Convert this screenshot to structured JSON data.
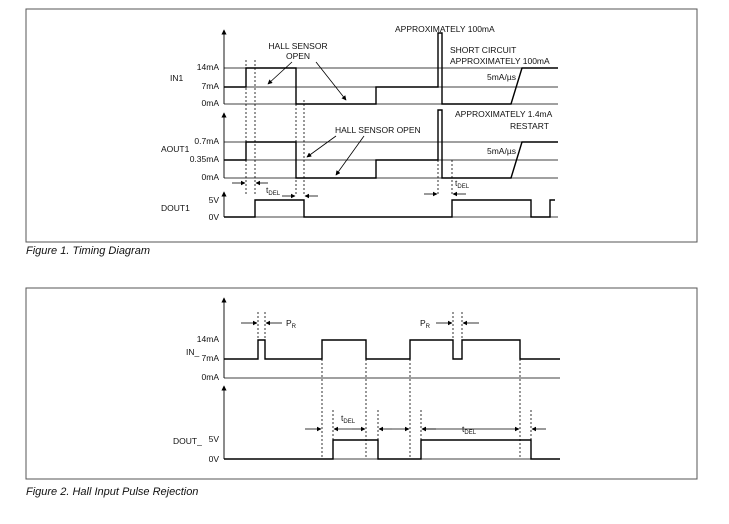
{
  "figure1": {
    "caption": "Figure 1. Timing Diagram",
    "signals": {
      "in1": "IN1",
      "aout1": "AOUT1",
      "dout1": "DOUT1"
    },
    "levels": {
      "in_14ma": "14mA",
      "in_7ma": "7mA",
      "in_0ma": "0mA",
      "aout_07ma": "0.7mA",
      "aout_035ma": "0.35mA",
      "aout_0ma": "0mA",
      "dout_5v": "5V",
      "dout_0v": "0V"
    },
    "annotations": {
      "hall_open_1a": "HALL SENSOR",
      "hall_open_1b": "OPEN",
      "hall_open_2": "HALL SENSOR OPEN",
      "approx_100ma": "APPROXIMATELY 100mA",
      "short_a": "SHORT CIRCUIT",
      "short_b": "APPROXIMATELY 100mA",
      "slew_in": "5mA/µs",
      "approx_14ma": "APPROXIMATELY 1.4mA",
      "restart": "RESTART",
      "slew_aout": "5mA/µs",
      "tdel1": "t",
      "tdel1_sub": "DEL",
      "tdel2": "t",
      "tdel2_sub": "DEL"
    }
  },
  "figure2": {
    "caption": "Figure 2. Hall Input Pulse Rejection",
    "signals": {
      "in": "IN_",
      "dout": "DOUT_"
    },
    "levels": {
      "in_14ma": "14mA",
      "in_7ma": "7mA",
      "in_0ma": "0mA",
      "dout_5v": "5V",
      "dout_0v": "0V"
    },
    "annotations": {
      "pr1": "P",
      "pr1_sub": "R",
      "pr2": "P",
      "pr2_sub": "R",
      "tdel1": "t",
      "tdel1_sub": "DEL",
      "tdel2": "t",
      "tdel2_sub": "DEL"
    }
  }
}
